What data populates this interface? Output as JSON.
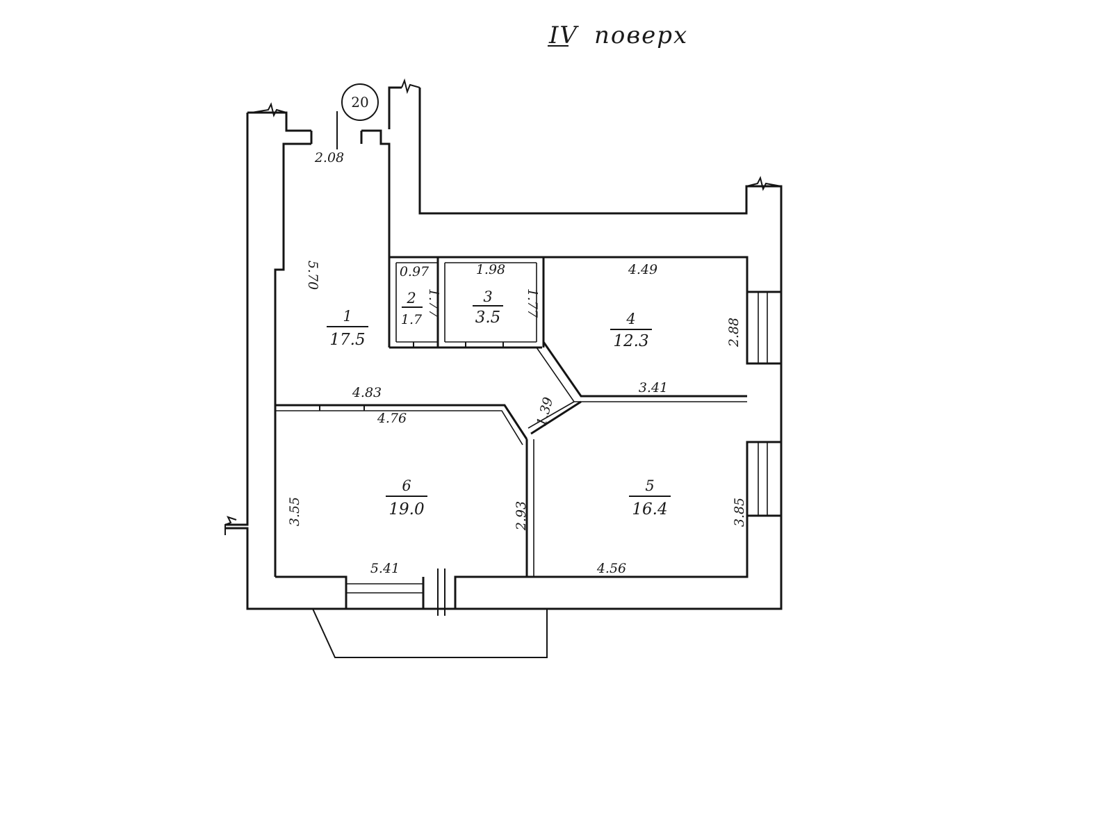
{
  "title": "IV поверх",
  "title_roman": "IV",
  "title_word": "поверх",
  "apartment_number": "20",
  "rooms": [
    {
      "number": "1",
      "area": "17.5"
    },
    {
      "number": "2",
      "area": "1.7"
    },
    {
      "number": "3",
      "area": "3.5"
    },
    {
      "number": "4",
      "area": "12.3"
    },
    {
      "number": "5",
      "area": "16.4"
    },
    {
      "number": "6",
      "area": "19.0"
    }
  ],
  "dimensions": {
    "entry_width": "2.08",
    "room1_length": "5.70",
    "room2_width": "0.97",
    "room2_depth": "1.77",
    "room3_width": "1.98",
    "room3_depth": "1.77",
    "room4_width": "4.49",
    "room4_depth": "2.88",
    "hall_length": "4.83",
    "room6_top": "4.76",
    "diagonal": "1.39",
    "room5_top": "3.41",
    "room6_height": "3.55",
    "room6_partition": "2.93",
    "room5_height": "3.85",
    "room6_bottom": "5.41",
    "room5_bottom": "4.56"
  }
}
